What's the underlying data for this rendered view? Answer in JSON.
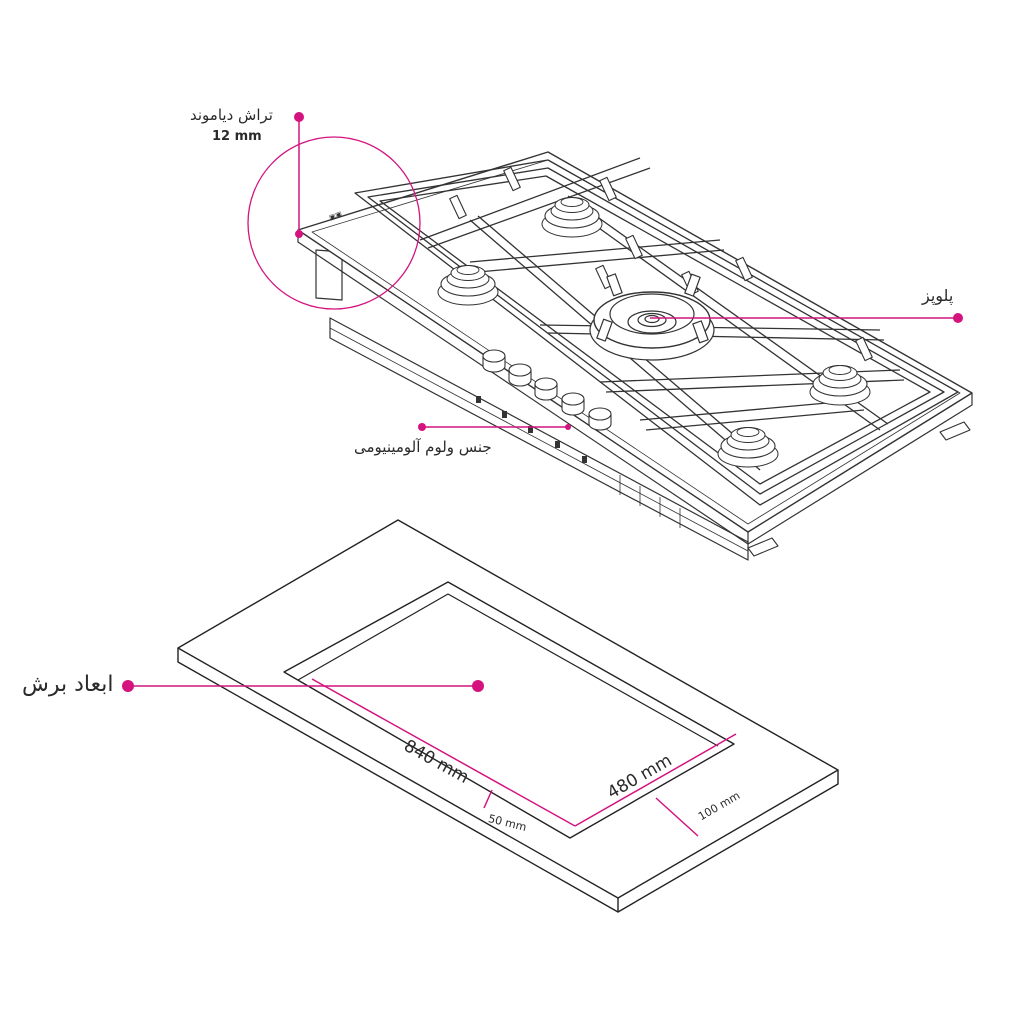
{
  "callouts": {
    "diamond_cut": {
      "title": "تراش دیاموند",
      "value": "12 mm"
    },
    "wok_burner": {
      "title": "پلوپز"
    },
    "knob_material": {
      "title": "جنس ولوم آلومینیومی"
    },
    "cutout": {
      "title": "ابعاد برش"
    }
  },
  "dimensions": {
    "length": "840 mm",
    "width": "480 mm",
    "margin_front": "50 mm",
    "margin_side": "100 mm"
  },
  "colors": {
    "accent": "#d4137f",
    "line": "#333333",
    "text": "#2a2a2a"
  }
}
